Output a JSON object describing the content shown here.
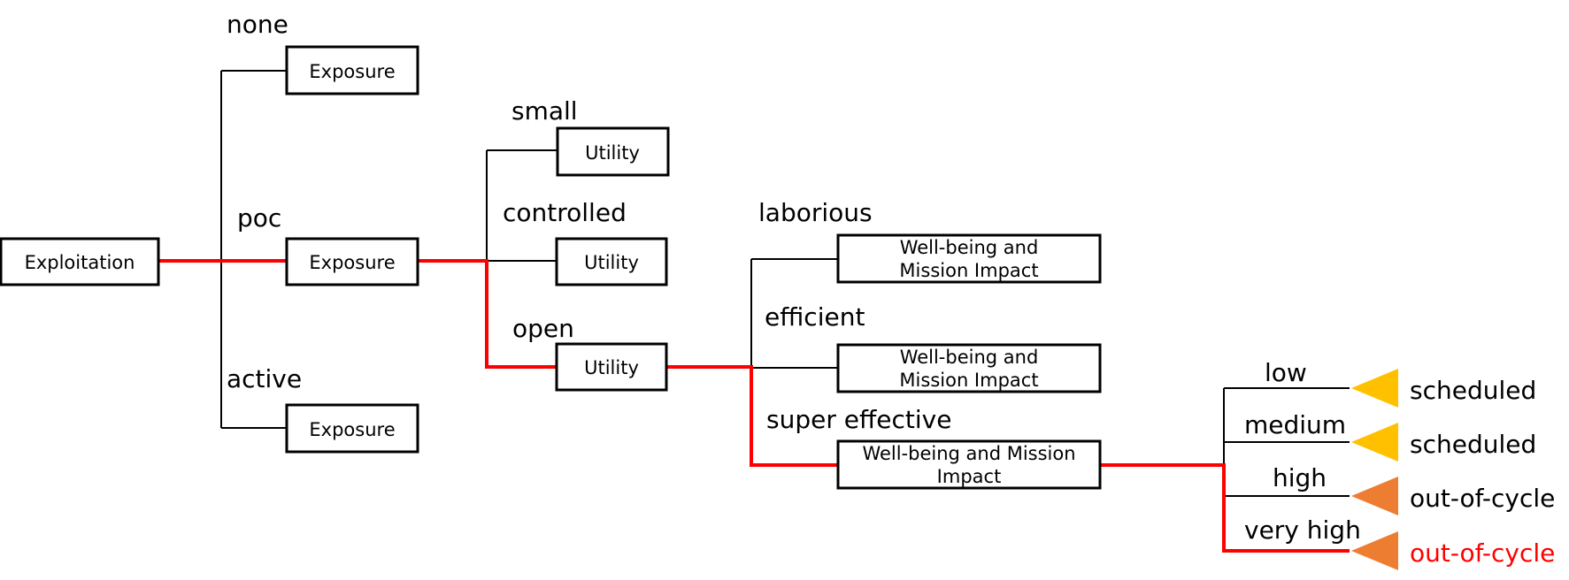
{
  "colors": {
    "line": "#000000",
    "highlight": "#ff0000",
    "scheduled": "#ffc000",
    "out_of_cycle": "#ed7d31",
    "highlight_text": "#ff0000"
  },
  "nodes": {
    "exploitation": "Exploitation",
    "exposure_none": "Exposure",
    "exposure_poc": "Exposure",
    "exposure_active": "Exposure",
    "utility_small": "Utility",
    "utility_controlled": "Utility",
    "utility_open": "Utility",
    "impact_laborious": [
      "Well-being and",
      "Mission Impact"
    ],
    "impact_efficient": [
      "Well-being and",
      "Mission Impact"
    ],
    "impact_super": [
      "Well-being and Mission",
      "Impact"
    ]
  },
  "branches": {
    "none": "none",
    "poc": "poc",
    "active": "active",
    "small": "small",
    "controlled": "controlled",
    "open": "open",
    "laborious": "laborious",
    "efficient": "efficient",
    "super_effective": "super effective",
    "low": "low",
    "medium": "medium",
    "high": "high",
    "very_high": "very high"
  },
  "outcomes": {
    "low": {
      "label": "scheduled",
      "kind": "scheduled",
      "highlight": false
    },
    "medium": {
      "label": "scheduled",
      "kind": "scheduled",
      "highlight": false
    },
    "high": {
      "label": "out-of-cycle",
      "kind": "out_of_cycle",
      "highlight": false
    },
    "very_high": {
      "label": "out-of-cycle",
      "kind": "out_of_cycle",
      "highlight": true
    }
  }
}
